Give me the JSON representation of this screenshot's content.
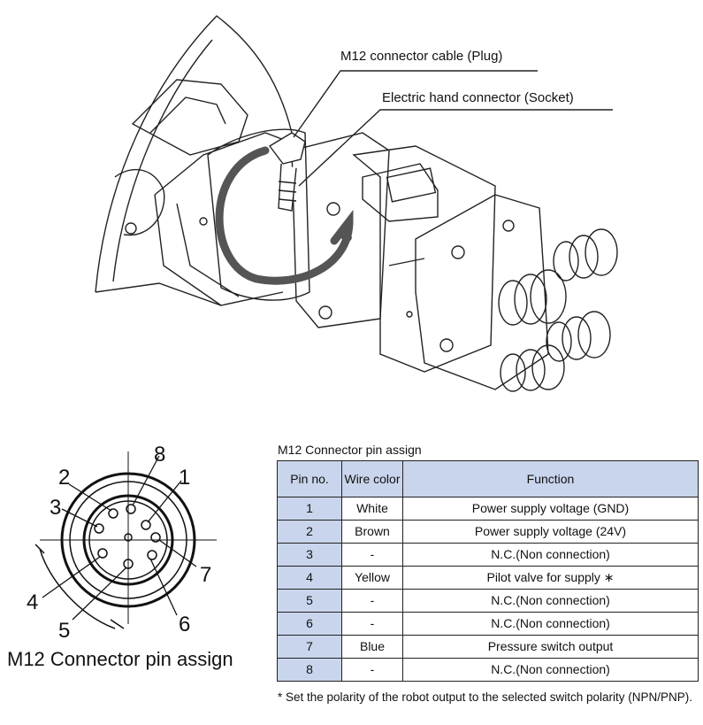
{
  "callouts": {
    "plug": "M12 connector cable (Plug)",
    "socket": "Electric hand connector (Socket)"
  },
  "pin_diagram": {
    "caption": "M12 Connector pin assign",
    "pin_labels": [
      "1",
      "2",
      "3",
      "4",
      "5",
      "6",
      "7",
      "8"
    ]
  },
  "table": {
    "title": "M12 Connector pin assign",
    "headers": [
      "Pin no.",
      "Wire color",
      "Function"
    ],
    "rows": [
      {
        "pin": "1",
        "color": "White",
        "function": "Power supply voltage (GND)"
      },
      {
        "pin": "2",
        "color": "Brown",
        "function": "Power supply voltage (24V)"
      },
      {
        "pin": "3",
        "color": "-",
        "function": "N.C.(Non connection)"
      },
      {
        "pin": "4",
        "color": "Yellow",
        "function": "Pilot valve for supply ∗"
      },
      {
        "pin": "5",
        "color": "-",
        "function": "N.C.(Non connection)"
      },
      {
        "pin": "6",
        "color": "-",
        "function": "N.C.(Non connection)"
      },
      {
        "pin": "7",
        "color": "Blue",
        "function": "Pressure switch output"
      },
      {
        "pin": "8",
        "color": "-",
        "function": "N.C.(Non connection)"
      }
    ],
    "header_color": "#c8d5ec"
  },
  "footnote": "* Set the polarity of the robot output to the selected switch polarity (NPN/PNP)."
}
